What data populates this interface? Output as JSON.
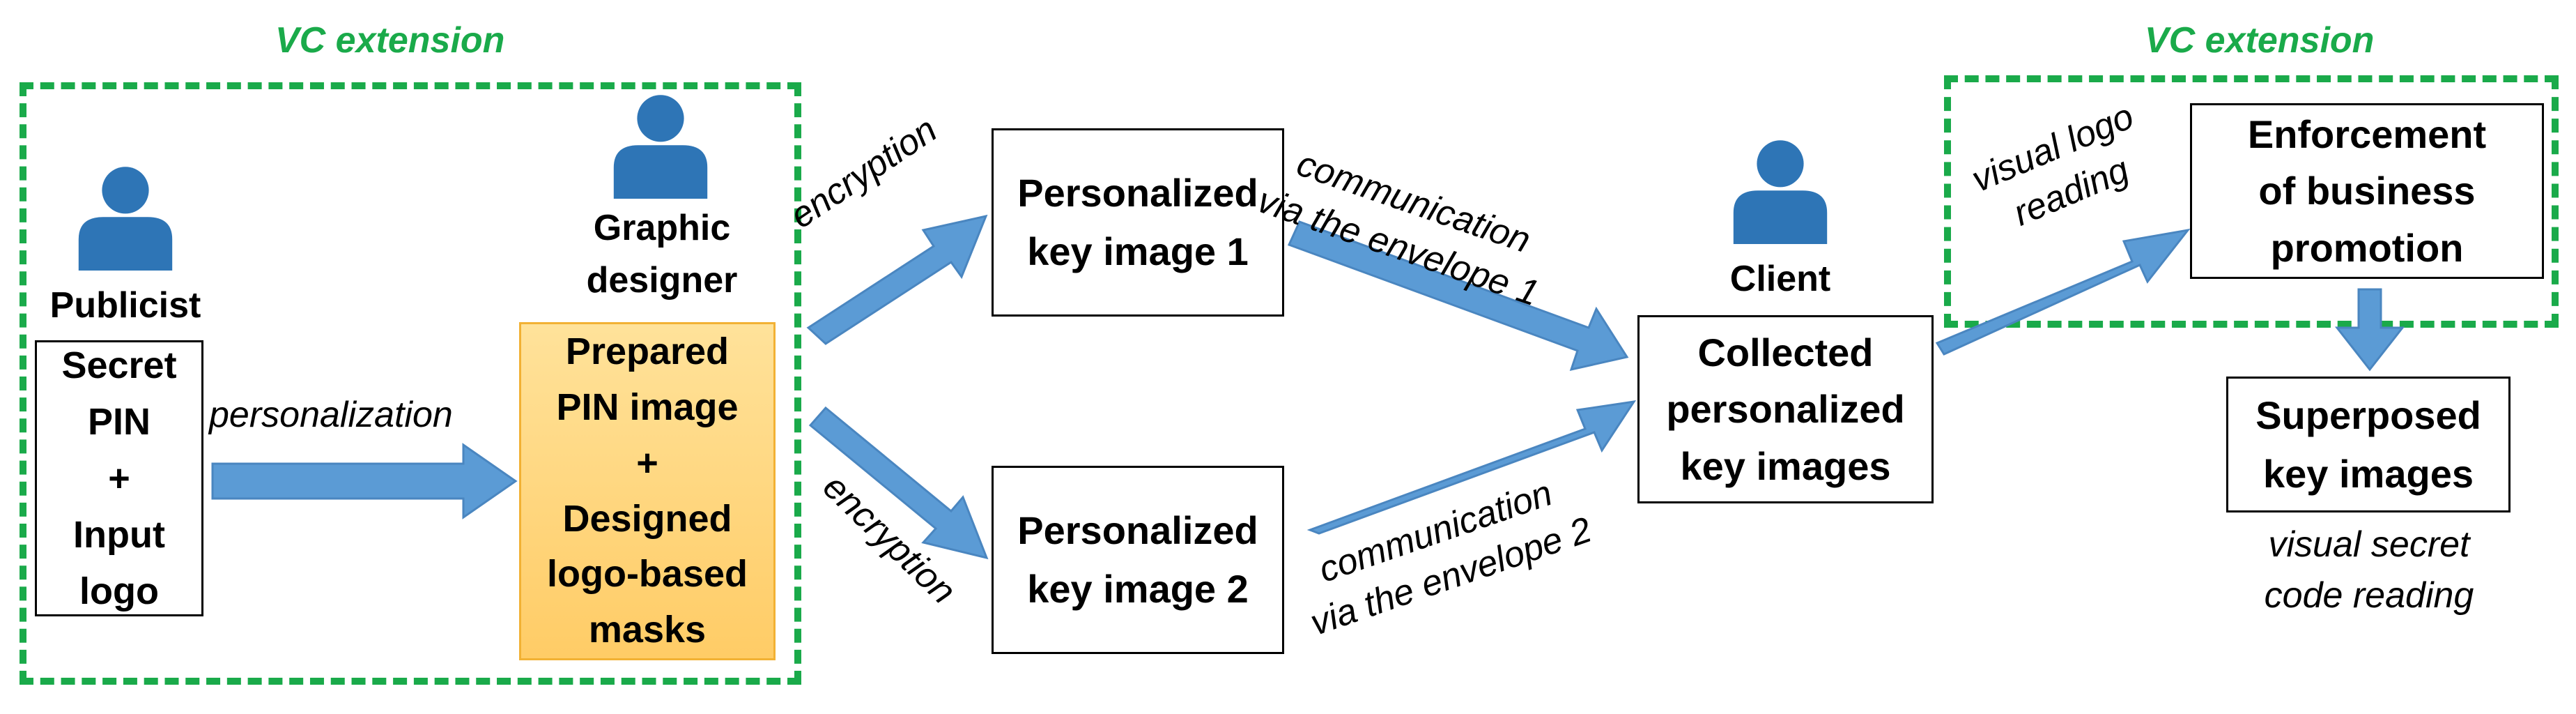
{
  "colors": {
    "vc_border": "#1aaa4a",
    "arrow": "#5b9bd5",
    "arrow_edge": "#4a86c0",
    "person": "#2e75b6",
    "highlight_box_top": "#ffe29a",
    "highlight_box_bottom": "#ffcc66",
    "highlight_box_border": "#f2b134"
  },
  "vc_extension": {
    "left_label": "VC extension",
    "right_label": "VC extension"
  },
  "actors": {
    "publicist": {
      "label": "Publicist",
      "icon": "person-icon"
    },
    "designer": {
      "label": "Graphic\ndesigner",
      "icon": "person-icon"
    },
    "client": {
      "label": "Client",
      "icon": "person-icon"
    }
  },
  "nodes": {
    "secret": "Secret\nPIN\n+\nInput\nlogo",
    "prepared": "Prepared\nPIN image\n+\nDesigned\nlogo-based\nmasks",
    "key1": "Personalized\nkey image 1",
    "key2": "Personalized\nkey image 2",
    "collected": "Collected\npersonalized\nkey images",
    "enforcement": "Enforcement\nof business\npromotion",
    "superposed": "Superposed\nkey images"
  },
  "edges": {
    "personalization": "personalization",
    "encryption_top": "encryption",
    "encryption_bottom": "encryption",
    "comm1": "communication\nvia the envelope 1",
    "comm2": "communication\nvia the envelope 2",
    "visual_logo": "visual logo\nreading",
    "visual_secret": "visual secret\ncode reading"
  }
}
